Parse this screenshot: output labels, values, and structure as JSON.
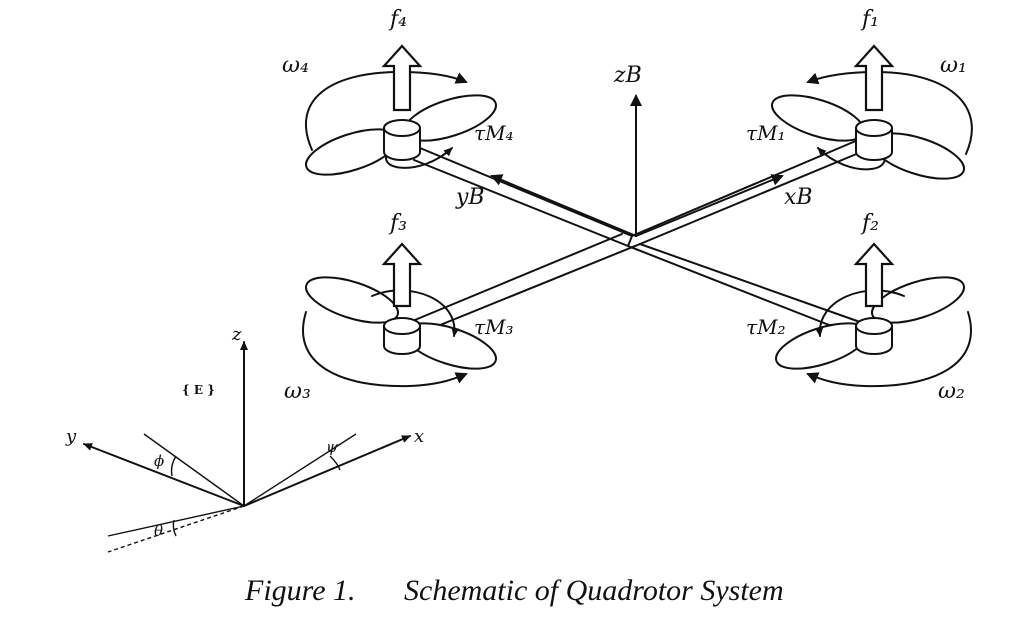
{
  "labels": {
    "f1": "f₁",
    "f2": "f₂",
    "f3": "f₃",
    "f4": "f₄",
    "omega1": "ω₁",
    "omega2": "ω₂",
    "omega3": "ω₃",
    "omega4": "ω₄",
    "tau_m1": "τM₁",
    "tau_m2": "τM₂",
    "tau_m3": "τM₃",
    "tau_m4": "τM₄",
    "zb": "zB",
    "xb": "xB",
    "yb": "yB",
    "frame_e": "{ E }",
    "x": "x",
    "y": "y",
    "z": "z",
    "phi": "ϕ",
    "psi": "ψ",
    "theta": "θ"
  },
  "caption": {
    "number": "Figure 1.",
    "title": "Schematic of Quadrotor System"
  }
}
